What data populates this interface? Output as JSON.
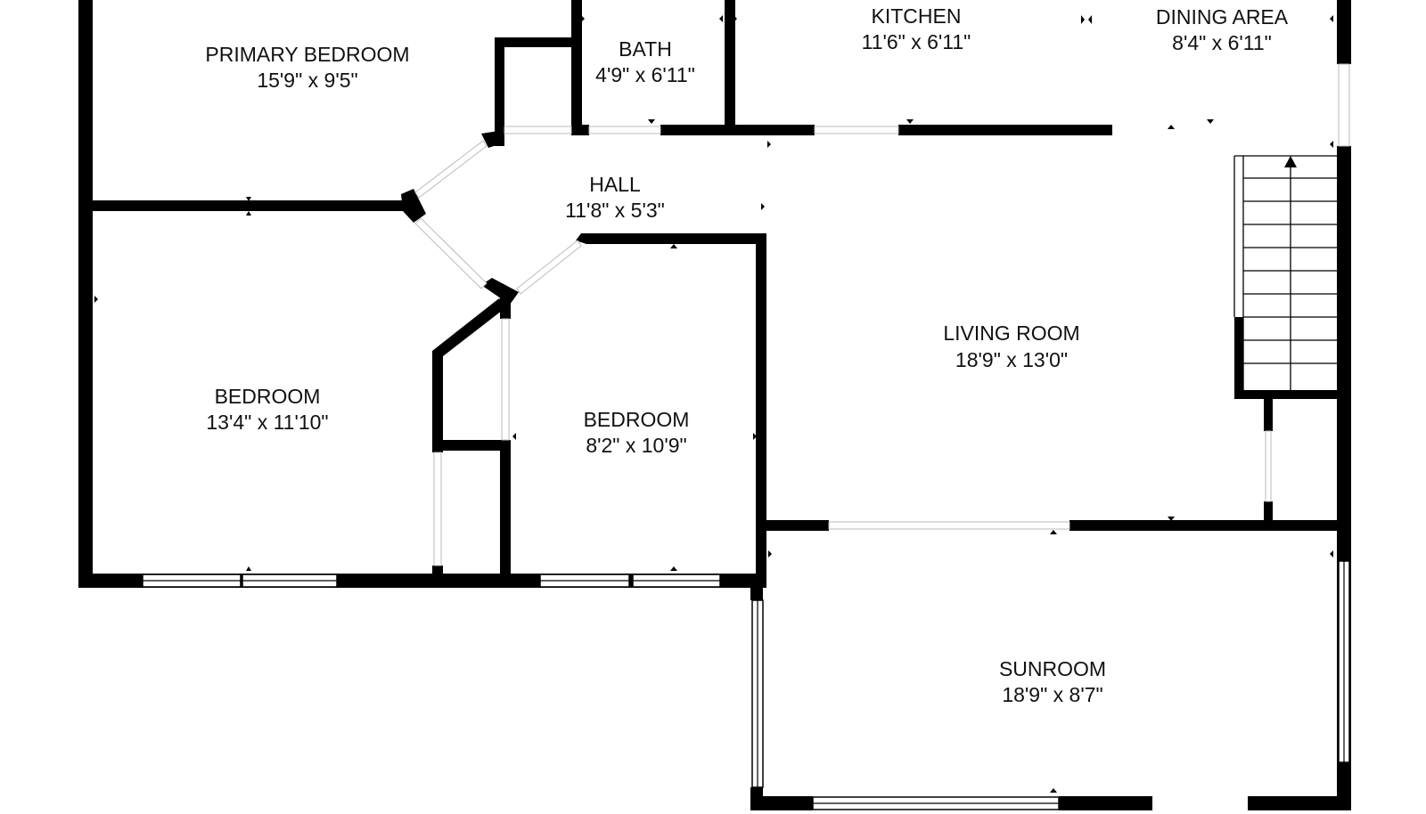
{
  "colors": {
    "wall": "#000000",
    "background": "#ffffff",
    "text": "#111111"
  },
  "rooms": {
    "primary_bedroom": {
      "name": "PRIMARY BEDROOM",
      "dims": "15'9\" x 9'5\""
    },
    "bath": {
      "name": "BATH",
      "dims": "4'9\" x 6'11\""
    },
    "kitchen": {
      "name": "KITCHEN",
      "dims": "11'6\" x 6'11\""
    },
    "dining_area": {
      "name": "DINING AREA",
      "dims": "8'4\" x 6'11\""
    },
    "hall": {
      "name": "HALL",
      "dims": "11'8\" x 5'3\""
    },
    "living_room": {
      "name": "LIVING ROOM",
      "dims": "18'9\" x 13'0\""
    },
    "bedroom_left": {
      "name": "BEDROOM",
      "dims": "13'4\" x 11'10\""
    },
    "bedroom_center": {
      "name": "BEDROOM",
      "dims": "8'2\" x 10'9\""
    },
    "sunroom": {
      "name": "SUNROOM",
      "dims": "18'9\" x 8'7\""
    }
  },
  "icons": {
    "stairs": "stairs-icon",
    "arrow": "stair-direction-arrow-icon"
  }
}
